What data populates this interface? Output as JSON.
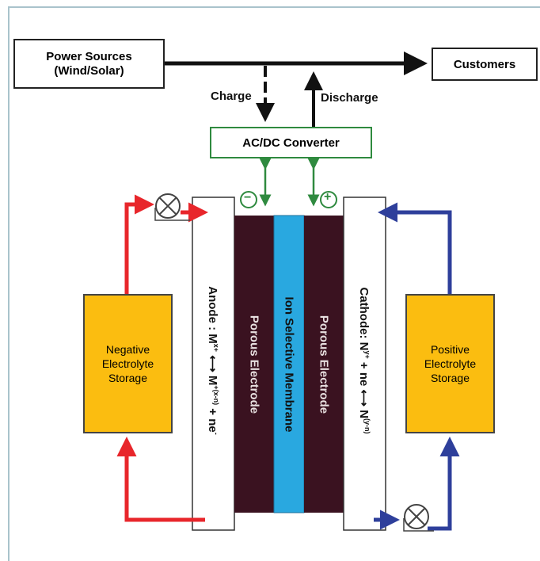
{
  "power_sources": {
    "line1": "Power Sources",
    "line2": "(Wind/Solar)"
  },
  "customers": "Customers",
  "charge": "Charge",
  "discharge": "Discharge",
  "converter": "AC/DC Converter",
  "negative_storage": {
    "line1": "Negative",
    "line2": "Electrolyte",
    "line3": "Storage"
  },
  "positive_storage": {
    "line1": "Positive",
    "line2": "Electrolyte",
    "line3": "Storage"
  },
  "anode": {
    "prefix": "Anode : M",
    "sup1": "x+",
    "arrow": "⟷",
    "mid": "M",
    "sup2": "+(x-n)",
    "suffix": " + ne",
    "sup3": "-"
  },
  "cathode": {
    "prefix": "Cathode: N",
    "sup1": "y+",
    "mid": " + ne ",
    "arrow": "⟷",
    "end": " N",
    "sup2": "(y-n)"
  },
  "porous_electrode": "Porous Electrode",
  "membrane": "Ion Selective Membrane",
  "minus_sign": "−",
  "plus_sign": "+",
  "colors": {
    "red": "#e8262b",
    "blue": "#2e3f9b",
    "green": "#2f8a3f",
    "maroon": "#3a1220",
    "membrane": "#29a8e0",
    "storage": "#fbbd10"
  }
}
